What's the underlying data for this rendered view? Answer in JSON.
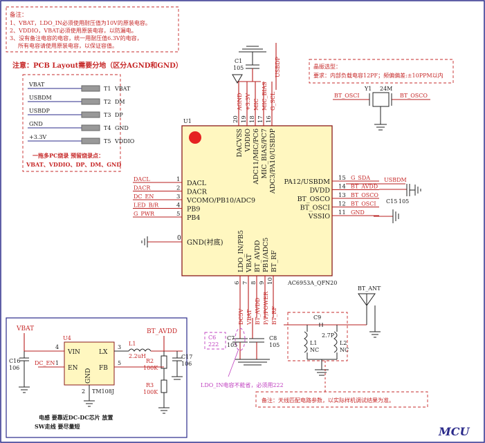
{
  "notes": {
    "title": "备注：",
    "lines": [
      "1、VBAT，LDO_IN必须使用耐压值为10V的原装电容。",
      "2、VDDIO，VBAT必须使用原装电容，以防漏电。",
      "3、没有备注电容的电容，统一用耐压值6.3V的电容，",
      "所有电容请使用原装电容，以保证容值。"
    ]
  },
  "agnd_note": "注意：PCB Layout需要分地（区分AGND和GND）",
  "crystal_note": {
    "title": "晶振选型：",
    "text": "要求：内部负载电容12PF；频偏偏差:±10PPM以内"
  },
  "test_points": {
    "items": [
      {
        "net": "VBAT",
        "tp": "T1",
        "label": "VBAT"
      },
      {
        "net": "USBDM",
        "tp": "T2",
        "label": "DM"
      },
      {
        "net": "USBDP",
        "tp": "T3",
        "label": "DP"
      },
      {
        "net": "GND",
        "tp": "T4",
        "label": "GND"
      },
      {
        "net": "+3.3V",
        "tp": "T5",
        "label": "VDDIO"
      }
    ],
    "footer1": "一拖多PC烧录 预留烧录点：",
    "footer2": "VBAT、VDDIO、DP、DM、GND"
  },
  "ic": {
    "ref": "U1",
    "part": "AC6953A_QFN20",
    "left_pins": [
      {
        "num": "1",
        "name": "DACL",
        "net": "DACL"
      },
      {
        "num": "2",
        "name": "DACR",
        "net": "DACR"
      },
      {
        "num": "3",
        "name": "VCOMO/PB10/ADC9",
        "net": "DC_EN"
      },
      {
        "num": "4",
        "name": "PB9",
        "net": "LED_B/R"
      },
      {
        "num": "5",
        "name": "PB4",
        "net": "G_PWR"
      }
    ],
    "gnd_pin": {
      "num": "0",
      "name": "GND(衬底)"
    },
    "top_pins": [
      {
        "num": "20",
        "name": "DACVSS",
        "net": "AGND"
      },
      {
        "num": "19",
        "name": "VDDIO",
        "net": "+3.3V"
      },
      {
        "num": "18",
        "name": "ADC11/MIC/PC6",
        "net": "MIC"
      },
      {
        "num": "17",
        "name": "MIC_BIAS/PC7",
        "net": "MIC_BIAS"
      },
      {
        "num": "16",
        "name": "ADC3/PA10/USBDP",
        "net": "G_SCL"
      }
    ],
    "top_extra_net": "USBDP",
    "right_pins": [
      {
        "num": "15",
        "name": "PA12/USBDM",
        "net": "G_SDA"
      },
      {
        "num": "14",
        "name": "DVDD",
        "net": "BT_AVDD"
      },
      {
        "num": "13",
        "name": "BT_OSCO",
        "net": "BT_OSCO"
      },
      {
        "num": "12",
        "name": "BT_OSCI",
        "net": "BT_OSCI"
      },
      {
        "num": "11",
        "name": "VSSIO",
        "net": "GND"
      }
    ],
    "right_extra_net": "USBDM",
    "bottom_pins": [
      {
        "num": "6",
        "name": "LDO_IN/PB5",
        "net": "DC5V"
      },
      {
        "num": "7",
        "name": "VBAT",
        "net": "VBAT"
      },
      {
        "num": "8",
        "name": "BT_AVDD",
        "net": "BT_AVDD"
      },
      {
        "num": "9",
        "name": "PB1/ADC5",
        "net": "P/P/POWER"
      },
      {
        "num": "10",
        "name": "BT_RF",
        "net": "BT_RF"
      }
    ]
  },
  "c1": {
    "ref": "C1",
    "value": "105"
  },
  "c15": {
    "ref": "C15",
    "value": "105"
  },
  "crystal": {
    "ref": "Y1",
    "value": "24M",
    "left_net": "BT_OSCI",
    "right_net": "BT_OSCO"
  },
  "bottom_caps": {
    "c6": {
      "ref": "C6",
      "value": "222"
    },
    "c7": {
      "ref": "C7",
      "value": "105"
    },
    "c8": {
      "ref": "C8",
      "value": "105"
    },
    "note": "LDO_IN电容不能省，必须用222"
  },
  "antenna": {
    "label": "BT_ANT",
    "c9": {
      "ref": "C9",
      "value": "2.7P"
    },
    "l1": {
      "ref": "L1",
      "value": "NC"
    },
    "l2": {
      "ref": "L2",
      "value": "NC"
    },
    "note": "备注：天线匹配电路参数，以实际样机调试结果为准。"
  },
  "dcdc": {
    "vin_net": "VBAT",
    "out_net": "BT_AVDD",
    "ref": "U4",
    "part": "TM108J",
    "pins": {
      "vin": "VIN",
      "en": "EN",
      "gnd": "GND",
      "lx": "LX",
      "fb": "FB"
    },
    "pin_nums": {
      "vin": "4",
      "en": "1",
      "gnd": "2",
      "lx": "3",
      "fb": "5"
    },
    "en_net": "DC_EN",
    "c16": {
      "ref": "C16",
      "value": "106"
    },
    "l1": {
      "ref": "L1",
      "value": "2.2uH"
    },
    "r2": {
      "ref": "R2",
      "value": "100K"
    },
    "r3": {
      "ref": "R3",
      "value": "100K"
    },
    "c17": {
      "ref": "C17",
      "value": "106"
    },
    "note1": "电感 要靠近DC-DC芯片 放置",
    "note2": "SW走线 要尽量短"
  },
  "sheet_title": "MCU",
  "colors": {
    "accent": "#c62828",
    "chip": "#fff7c0",
    "magenta": "#c040c0",
    "wire": "#b71c1c"
  }
}
